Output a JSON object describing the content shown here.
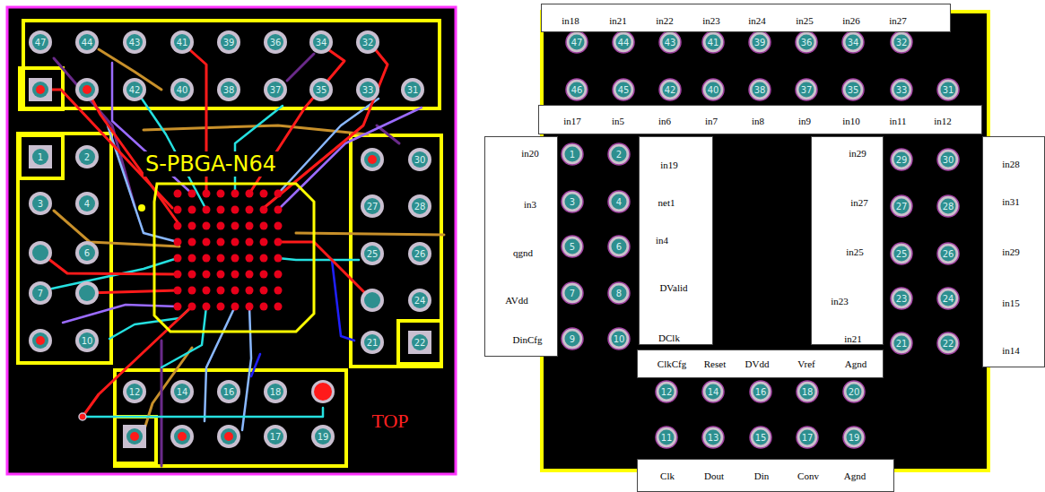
{
  "diagram": {
    "nodes": [
      {
        "text": [
          "in18",
          "in21",
          "in22",
          "in23",
          "in24",
          "in25",
          "in26",
          "in27"
        ]
      },
      {
        "text": [
          "in17",
          "in5",
          "in6",
          "in7",
          "in8",
          "in9",
          "in10",
          "in11",
          "in12"
        ]
      },
      {
        "text": [
          "in20",
          "in3",
          "qgnd",
          "AVdd",
          "DinCfg"
        ]
      },
      {
        "text": [
          "in19",
          "net1",
          "in4",
          "DValid",
          "DClk"
        ]
      },
      {
        "text": [
          "in29",
          "in27",
          "in25",
          "in23",
          "in21"
        ]
      },
      {
        "text": [
          "in28",
          "in31",
          "in29",
          "in15",
          "in14"
        ]
      },
      {
        "text": [
          "ClkCfg",
          "Reset",
          "DVdd",
          "Vref",
          "Agnd"
        ]
      },
      {
        "text": [
          "Clk",
          "Dout",
          "Din",
          "Conv",
          "Agnd"
        ]
      }
    ],
    "labels": [
      "47",
      "44",
      "43",
      "41",
      "39",
      "36",
      "34",
      "32",
      "42",
      "40",
      "38",
      "37",
      "35",
      "33",
      "31",
      "1",
      "2",
      "3",
      "4",
      "6",
      "7",
      "10",
      "30",
      "27",
      "28",
      "25",
      "26",
      "24",
      "21",
      "22",
      "12",
      "14",
      "16",
      "18",
      "17",
      "19",
      "S-PBGA-N64",
      "TOP",
      "47",
      "44",
      "43",
      "41",
      "39",
      "36",
      "34",
      "32",
      "46",
      "45",
      "42",
      "40",
      "38",
      "37",
      "35",
      "33",
      "31",
      "1",
      "2",
      "3",
      "4",
      "5",
      "6",
      "7",
      "8",
      "9",
      "10",
      "29",
      "30",
      "27",
      "28",
      "25",
      "26",
      "23",
      "24",
      "21",
      "22",
      "12",
      "14",
      "16",
      "18",
      "20",
      "11",
      "13",
      "15",
      "17",
      "19"
    ]
  }
}
